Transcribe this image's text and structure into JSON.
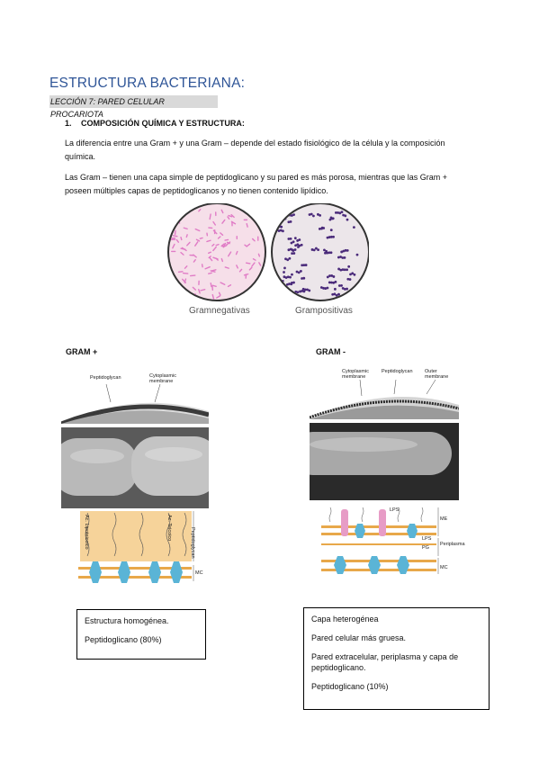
{
  "document": {
    "title": "ESTRUCTURA BACTERIANA:",
    "subtitle": "LECCIÓN 7: PARED CELULAR PROCARIOTA",
    "section": {
      "number": "1.",
      "heading": "COMPOSICIÓN QUÍMICA Y ESTRUCTURA:"
    },
    "paragraph1_line1": "La diferencia entre una Gram + y una Gram – depende del estado fisiológico de la célula y la composición",
    "paragraph1_line2": "química.",
    "paragraph2_line1": "Las Gram – tienen una capa simple de peptidoglicano y su pared es más porosa, mientras que las Gram +",
    "paragraph2_line2": "poseen múltiples capas de peptidoglicanos y no tienen contenido lipídico."
  },
  "micrographs": {
    "left_caption": "Gramnegativas",
    "right_caption": "Grampositivas",
    "left_color": "#e07cc6",
    "right_color": "#4a2a7a"
  },
  "gram_positive": {
    "label": "GRAM +",
    "tem_labels": [
      "Peptidoglycan",
      "Cytoplasmic",
      "membrane"
    ],
    "diagram_labels": [
      "Peptidoglycan",
      "MC",
      "Ac. Lipoteicoico",
      "Ac. Teicoico"
    ],
    "box": [
      "Estructura homogénea.",
      "Peptidoglicano (80%)"
    ]
  },
  "gram_negative": {
    "label": "GRAM -",
    "tem_labels": [
      "Cytoplasmic",
      "membrane",
      "Peptidoglycan",
      "Outer",
      "membrane"
    ],
    "diagram_labels": [
      "LPS",
      "ME",
      "LPS",
      "PG",
      "Periplasma",
      "MC"
    ],
    "box": [
      "Capa heterogénea",
      "Pared celular más gruesa.",
      "Pared extracelular, periplasma y capa de peptidoglicano.",
      "Peptidoglicano (10%)"
    ]
  }
}
